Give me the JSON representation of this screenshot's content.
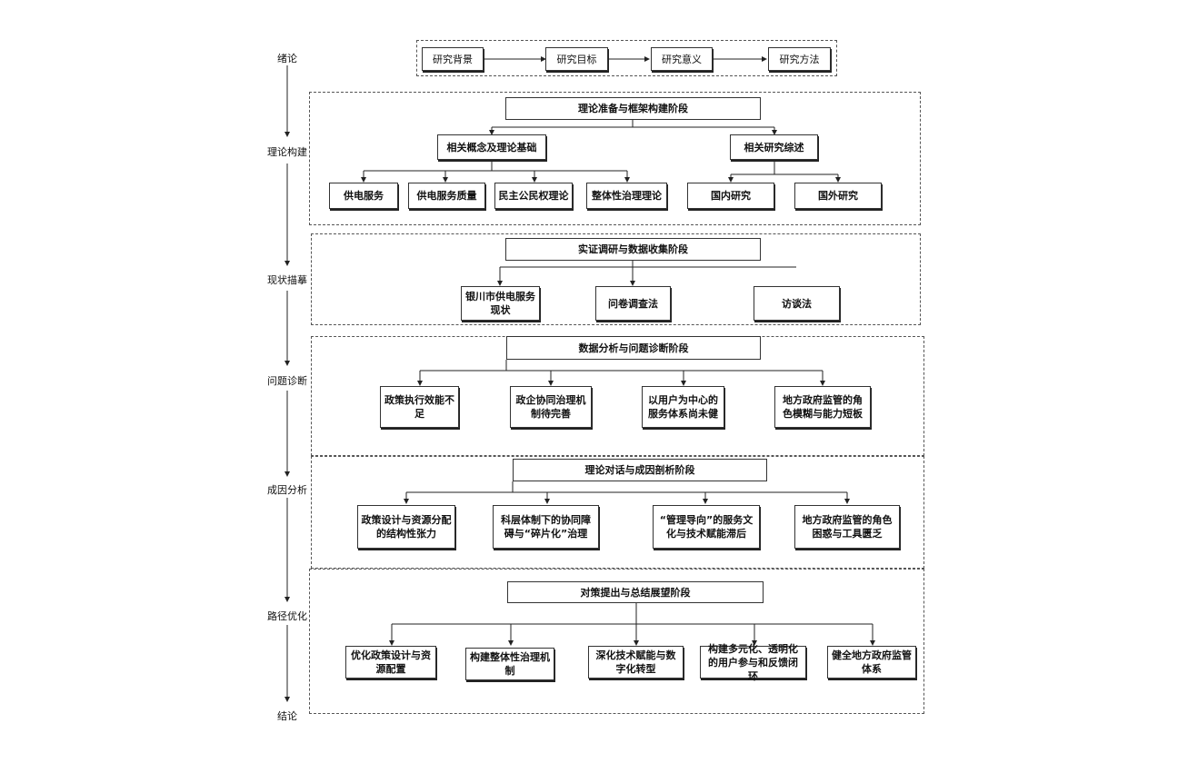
{
  "stages": [
    "绪论",
    "理论构建",
    "现状描摹",
    "问题诊断",
    "成因分析",
    "路径优化",
    "结论"
  ],
  "intro": {
    "items": [
      "研究背景",
      "研究目标",
      "研究意义",
      "研究方法"
    ]
  },
  "phase1": {
    "title": "理论准备与框架构建阶段",
    "left": "相关概念及理论基础",
    "right": "相关研究综述",
    "left_items": [
      "供电服务",
      "供电服务质量",
      "民主公民权理论",
      "整体性治理理论"
    ],
    "right_items": [
      "国内研究",
      "国外研究"
    ]
  },
  "phase2": {
    "title": "实证调研与数据收集阶段",
    "items": [
      "银川市供电服务现状",
      "问卷调查法",
      "访谈法"
    ]
  },
  "phase3": {
    "title": "数据分析与问题诊断阶段",
    "items": [
      "政策执行效能不足",
      "政企协同治理机制待完善",
      "以用户为中心的服务体系尚未健",
      "地方政府监管的角色模糊与能力短板"
    ]
  },
  "phase4": {
    "title": "理论对话与成因剖析阶段",
    "items": [
      "政策设计与资源分配的结构性张力",
      "科层体制下的协同障碍与“碎片化”治理",
      "“管理导向”的服务文化与技术赋能滞后",
      "地方政府监管的角色困惑与工具匮乏"
    ]
  },
  "phase5": {
    "title": "对策提出与总结展望阶段",
    "items": [
      "优化政策设计与资源配置",
      "构建整体性治理机制",
      "深化技术赋能与数字化转型",
      "构建多元化、透明化的用户参与和反馈闭环",
      "健全地方政府监管体系"
    ]
  }
}
